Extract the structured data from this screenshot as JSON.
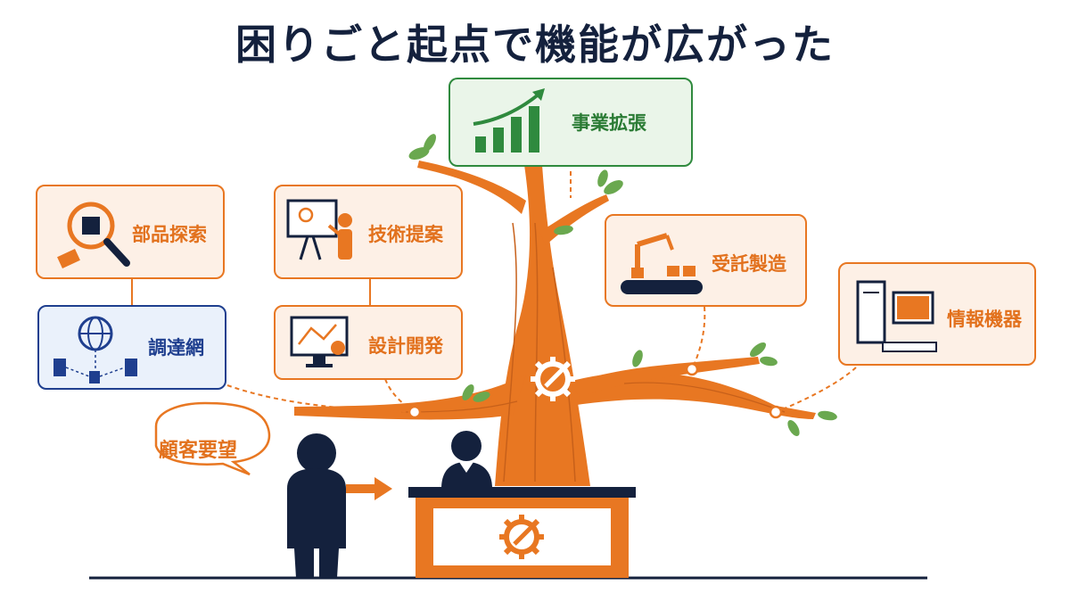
{
  "title": "困りごと起点で機能が広がった",
  "nodes": {
    "parts_search": "部品探索",
    "tech_proposal": "技術提案",
    "business_expansion": "事業拡張",
    "contract_manufacturing": "受託製造",
    "information_equipment": "情報機器",
    "procurement_network": "調達網",
    "design_development": "設計開発"
  },
  "speech_bubble": "顧客要望",
  "colors": {
    "orange": "#e87722",
    "navy": "#14213d",
    "blue": "#1f3f8f",
    "green": "#2f8a3e",
    "leaf": "#6aa84f"
  }
}
